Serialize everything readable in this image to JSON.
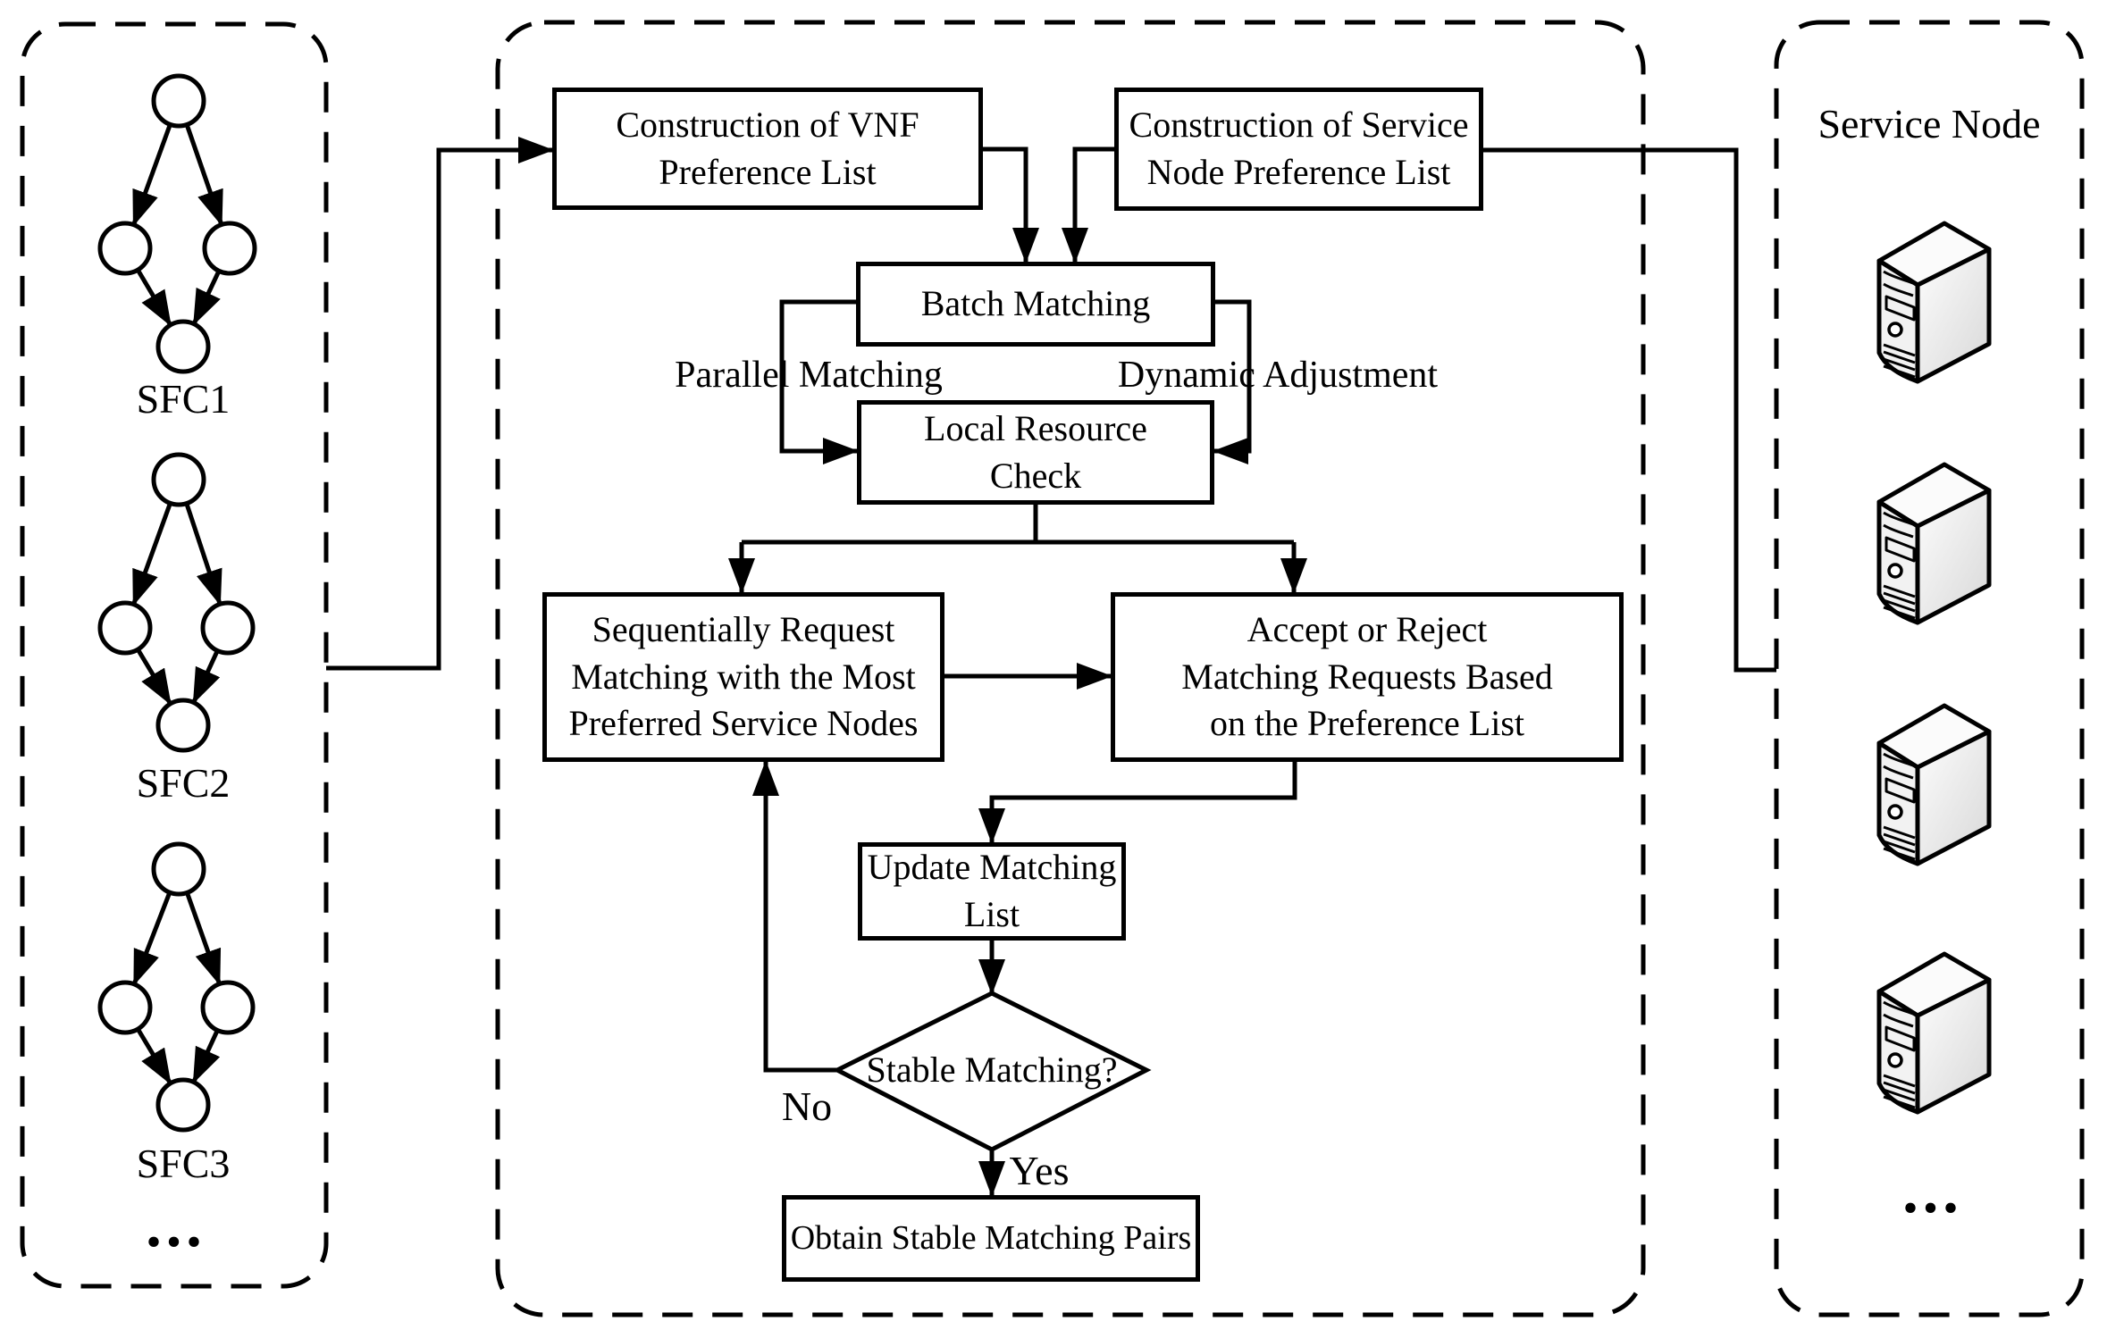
{
  "left_panel": {
    "sfc_items": [
      {
        "label": "SFC1"
      },
      {
        "label": "SFC2"
      },
      {
        "label": "SFC3"
      }
    ],
    "ellipsis": "..."
  },
  "right_panel": {
    "title": "Service Node",
    "server_count": 4,
    "server_icon": "tower-server-icon",
    "ellipsis": "..."
  },
  "flowchart": {
    "vnf_box": {
      "text": "Construction of VNF Preference List",
      "lines": [
        "Construction of VNF",
        "Preference List"
      ]
    },
    "service_box": {
      "text": "Construction of Service Node Preference List",
      "lines": [
        "Construction of Service",
        "Node Preference List"
      ]
    },
    "batch_box": {
      "text": "Batch Matching",
      "lines": [
        "Batch Matching"
      ]
    },
    "local_box": {
      "text": "Local Resource Check",
      "lines": [
        "Local Resource",
        "Check"
      ]
    },
    "seq_box": {
      "text": "Sequentially Request Matching with the Most Preferred Service Nodes",
      "lines": [
        "Sequentially Request",
        "Matching with the Most",
        "Preferred Service Nodes"
      ]
    },
    "accept_box": {
      "text": "Accept or Reject Matching Requests Based on the Preference List",
      "lines": [
        "Accept or Reject",
        "Matching Requests Based",
        "on the Preference List"
      ]
    },
    "update_box": {
      "text": "Update Matching List",
      "lines": [
        "Update Matching",
        "List"
      ]
    },
    "decision": {
      "text": "Stable Matching?"
    },
    "obtain_box": {
      "text": "Obtain Stable Matching Pairs",
      "lines": [
        "Obtain Stable Matching Pairs"
      ]
    },
    "labels": {
      "parallel": "Parallel Matching",
      "dynamic": "Dynamic Adjustment",
      "no": "No",
      "yes": "Yes"
    }
  },
  "colors": {
    "line": "#000000",
    "box_fill": "#ffffff",
    "server_front": "#f2f2f2",
    "server_top": "#fbfbfb",
    "server_side_light": "#fdfdfd",
    "server_side_dark": "#d8d8d8"
  }
}
